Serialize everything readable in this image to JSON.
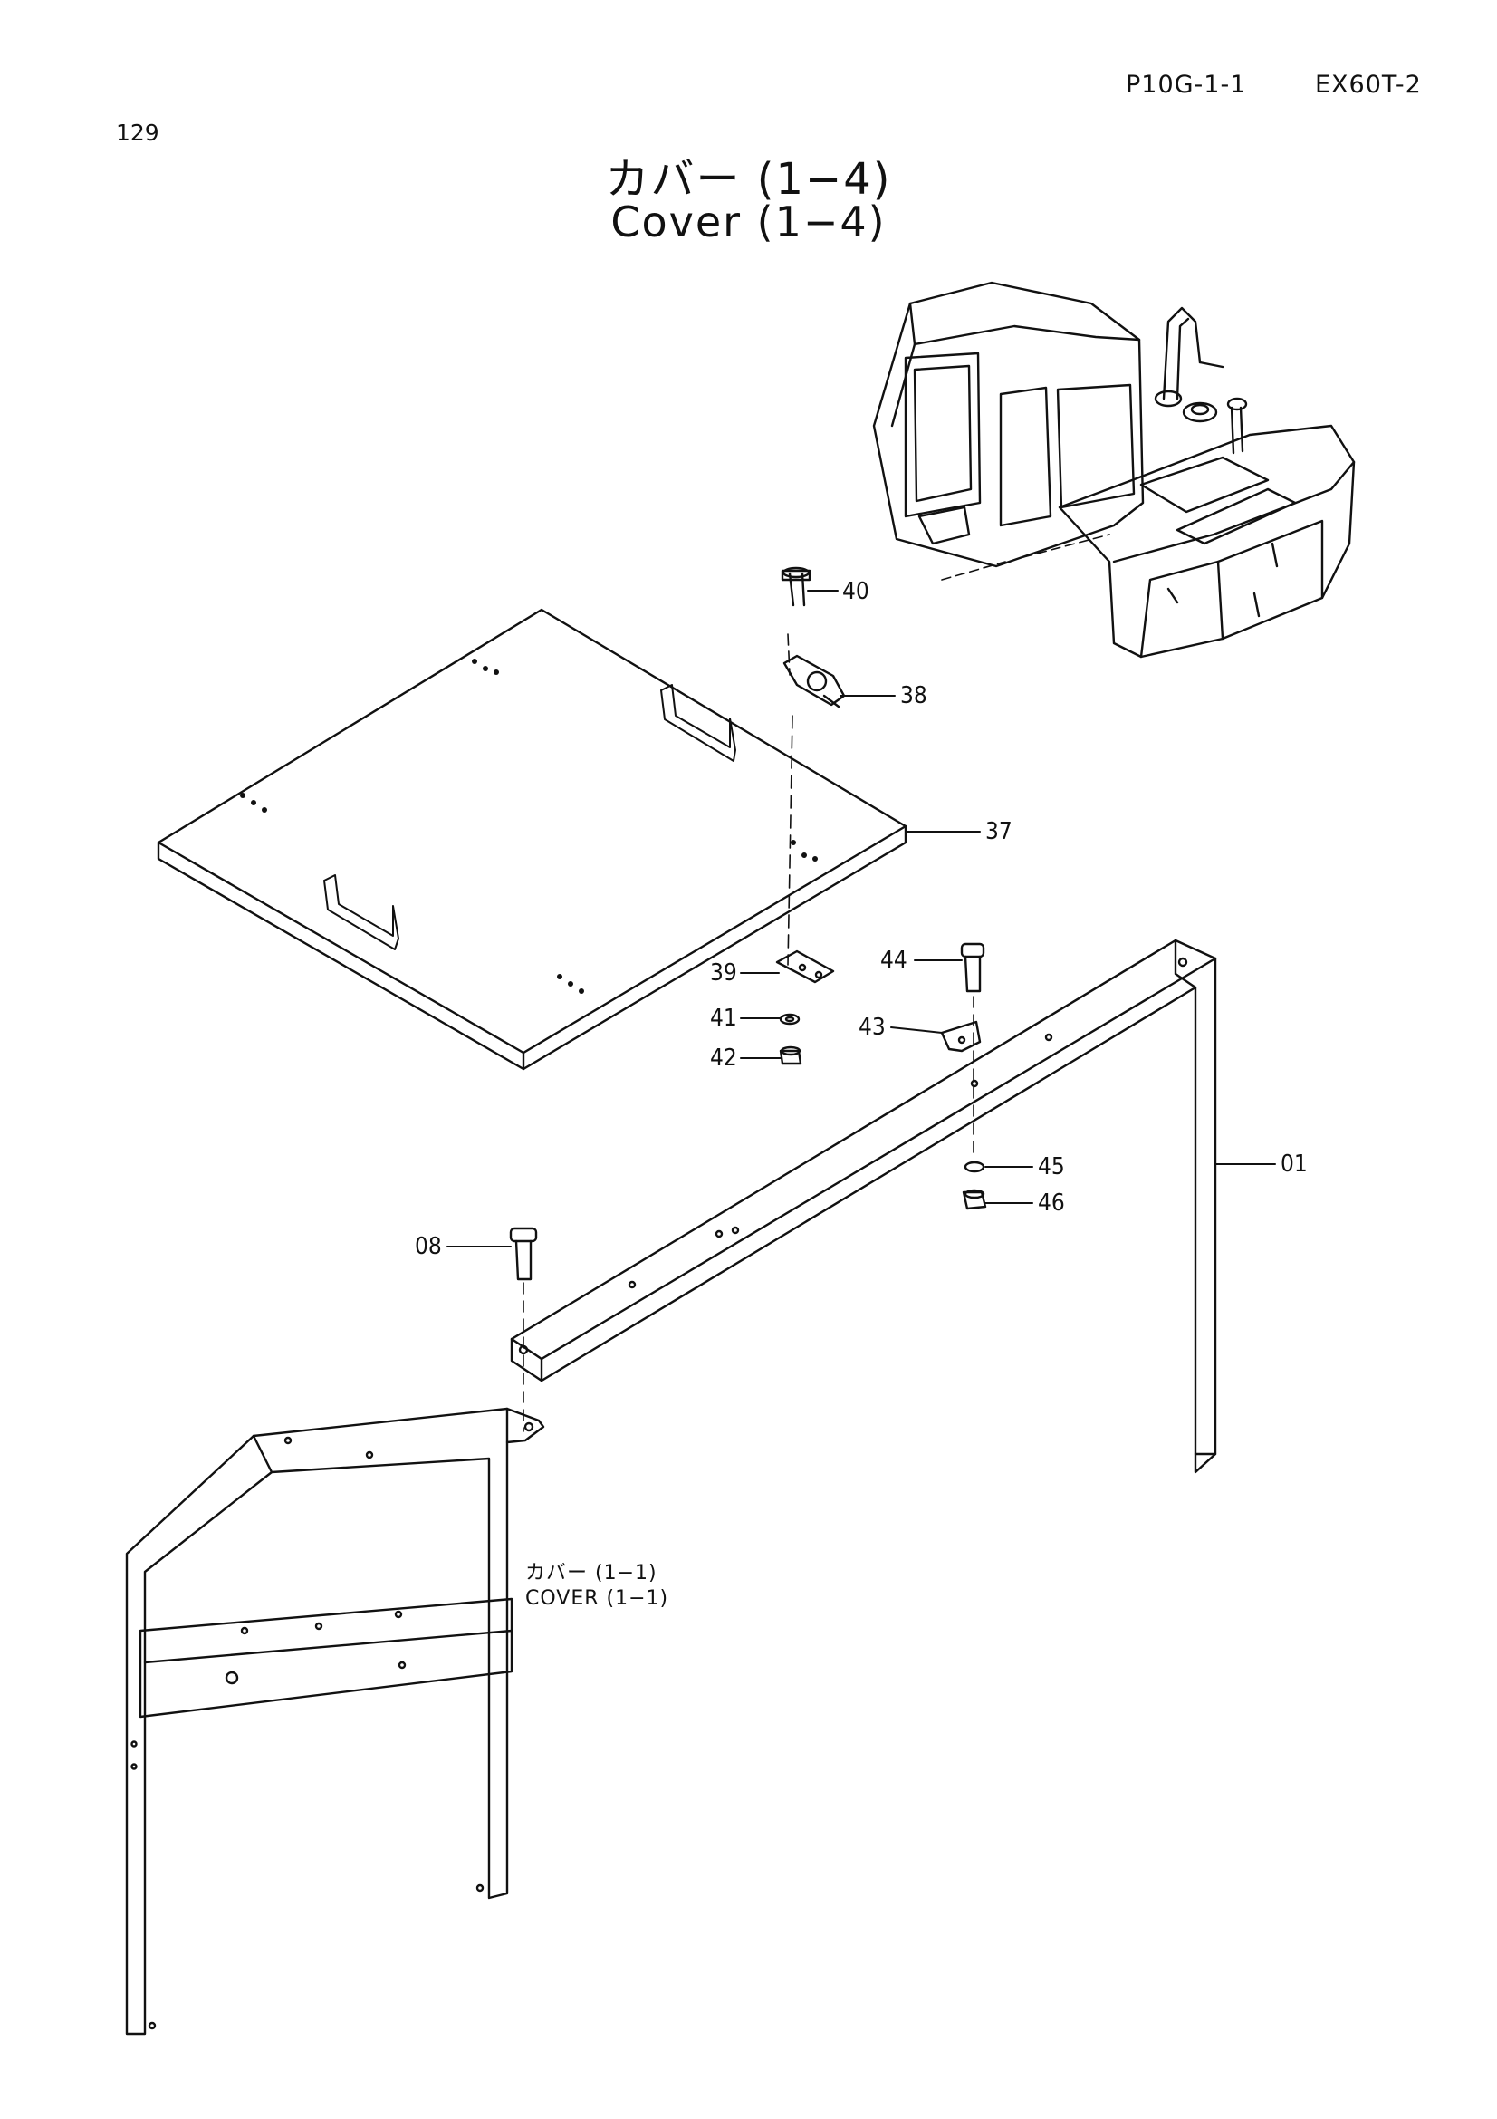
{
  "header": {
    "page_code": "P10G-1-1",
    "model": "EX60T-2",
    "page_number": "129"
  },
  "title": {
    "japanese": "カバー (1−4)",
    "english": "Cover (1−4)"
  },
  "reference": {
    "japanese": "カバー (1−1)",
    "english": "COVER (1−1)"
  },
  "callouts": {
    "c40": "40",
    "c38": "38",
    "c37": "37",
    "c44": "44",
    "c39": "39",
    "c41": "41",
    "c43": "43",
    "c42": "42",
    "c45": "45",
    "c01": "01",
    "c46": "46",
    "c08": "08"
  }
}
